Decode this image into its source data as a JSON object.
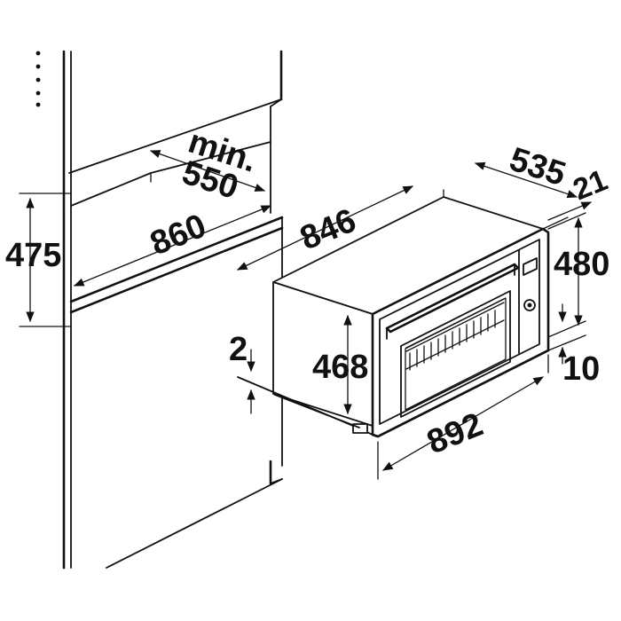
{
  "dimensions": {
    "min_label": "min.",
    "depth_min": "550",
    "niche_width": "860",
    "niche_height": "475",
    "appliance_depth": "846",
    "top_depth": "535",
    "panel_thickness": "21",
    "front_height": "480",
    "body_height": "468",
    "gap_top": "2",
    "gap_bottom": "10",
    "front_width": "892"
  },
  "colors": {
    "line": "#111111",
    "background": "#ffffff"
  }
}
